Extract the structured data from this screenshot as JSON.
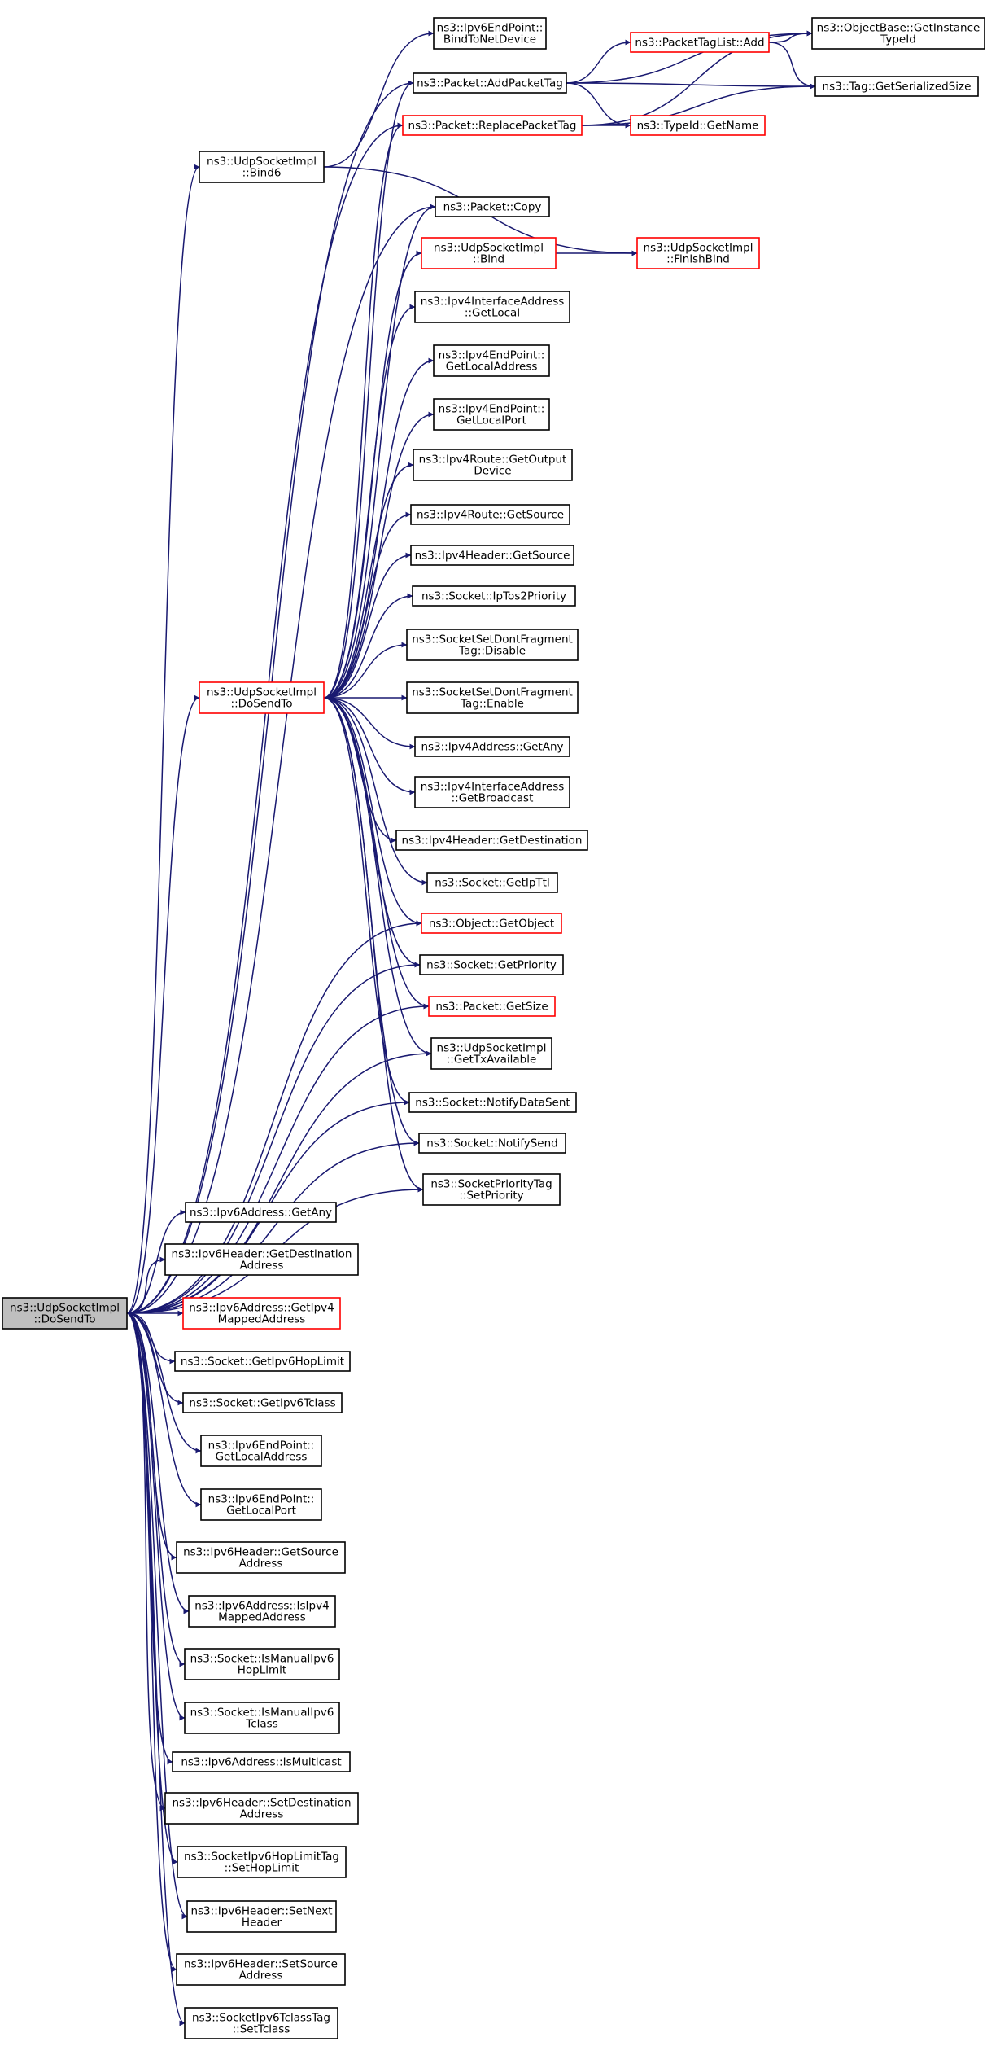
{
  "colors": {
    "edge": "#191970",
    "node_border_default": "#000000",
    "node_border_red": "#ff0000",
    "node_fill": "#ffffff",
    "node_fill_root": "#bfbfbf"
  },
  "nodes": [
    {
      "id": "root",
      "label": [
        "ns3::UdpSocketImpl",
        "::DoSendTo"
      ],
      "style": "root"
    },
    {
      "id": "dosendto2",
      "label": [
        "ns3::UdpSocketImpl",
        "::DoSendTo"
      ],
      "style": "red"
    },
    {
      "id": "bind6",
      "label": [
        "ns3::UdpSocketImpl",
        "::Bind6"
      ],
      "style": "black"
    },
    {
      "id": "bindToNetDevice",
      "label": [
        "ns3::Ipv6EndPoint::",
        "BindToNetDevice"
      ],
      "style": "black"
    },
    {
      "id": "addPacketTag",
      "label": [
        "ns3::Packet::AddPacketTag"
      ],
      "style": "black"
    },
    {
      "id": "packetTagListAdd",
      "label": [
        "ns3::PacketTagList::Add"
      ],
      "style": "red"
    },
    {
      "id": "getInstanceTypeId",
      "label": [
        "ns3::ObjectBase::GetInstance",
        "TypeId"
      ],
      "style": "black"
    },
    {
      "id": "tagGetSerializedSize",
      "label": [
        "ns3::Tag::GetSerializedSize"
      ],
      "style": "black"
    },
    {
      "id": "replacePacketTag",
      "label": [
        "ns3::Packet::ReplacePacketTag"
      ],
      "style": "red"
    },
    {
      "id": "typeIdGetName",
      "label": [
        "ns3::TypeId::GetName"
      ],
      "style": "red"
    },
    {
      "id": "packetCopy",
      "label": [
        "ns3::Packet::Copy"
      ],
      "style": "black"
    },
    {
      "id": "udpBind",
      "label": [
        "ns3::UdpSocketImpl",
        "::Bind"
      ],
      "style": "red"
    },
    {
      "id": "finishBind",
      "label": [
        "ns3::UdpSocketImpl",
        "::FinishBind"
      ],
      "style": "red"
    },
    {
      "id": "ifaceGetLocal",
      "label": [
        "ns3::Ipv4InterfaceAddress",
        "::GetLocal"
      ],
      "style": "black"
    },
    {
      "id": "ep4GetLocalAddress",
      "label": [
        "ns3::Ipv4EndPoint::",
        "GetLocalAddress"
      ],
      "style": "black"
    },
    {
      "id": "ep4GetLocalPort",
      "label": [
        "ns3::Ipv4EndPoint::",
        "GetLocalPort"
      ],
      "style": "black"
    },
    {
      "id": "routeGetOutputDevice",
      "label": [
        "ns3::Ipv4Route::GetOutput",
        "Device"
      ],
      "style": "black"
    },
    {
      "id": "routeGetSource",
      "label": [
        "ns3::Ipv4Route::GetSource"
      ],
      "style": "black"
    },
    {
      "id": "hdr4GetSource",
      "label": [
        "ns3::Ipv4Header::GetSource"
      ],
      "style": "black"
    },
    {
      "id": "ipTos2Priority",
      "label": [
        "ns3::Socket::IpTos2Priority"
      ],
      "style": "black"
    },
    {
      "id": "dfDisable",
      "label": [
        "ns3::SocketSetDontFragment",
        "Tag::Disable"
      ],
      "style": "black"
    },
    {
      "id": "dfEnable",
      "label": [
        "ns3::SocketSetDontFragment",
        "Tag::Enable"
      ],
      "style": "black"
    },
    {
      "id": "ipv4GetAny",
      "label": [
        "ns3::Ipv4Address::GetAny"
      ],
      "style": "black"
    },
    {
      "id": "ifaceGetBroadcast",
      "label": [
        "ns3::Ipv4InterfaceAddress",
        "::GetBroadcast"
      ],
      "style": "black"
    },
    {
      "id": "hdr4GetDestination",
      "label": [
        "ns3::Ipv4Header::GetDestination"
      ],
      "style": "black"
    },
    {
      "id": "getIpTtl",
      "label": [
        "ns3::Socket::GetIpTtl"
      ],
      "style": "black"
    },
    {
      "id": "objectGetObject",
      "label": [
        "ns3::Object::GetObject"
      ],
      "style": "red"
    },
    {
      "id": "getPriority",
      "label": [
        "ns3::Socket::GetPriority"
      ],
      "style": "black"
    },
    {
      "id": "packetGetSize",
      "label": [
        "ns3::Packet::GetSize"
      ],
      "style": "red"
    },
    {
      "id": "getTxAvailable",
      "label": [
        "ns3::UdpSocketImpl",
        "::GetTxAvailable"
      ],
      "style": "black"
    },
    {
      "id": "notifyDataSent",
      "label": [
        "ns3::Socket::NotifyDataSent"
      ],
      "style": "black"
    },
    {
      "id": "notifySend",
      "label": [
        "ns3::Socket::NotifySend"
      ],
      "style": "black"
    },
    {
      "id": "priorityTagSet",
      "label": [
        "ns3::SocketPriorityTag",
        "::SetPriority"
      ],
      "style": "black"
    },
    {
      "id": "ipv6GetAny",
      "label": [
        "ns3::Ipv6Address::GetAny"
      ],
      "style": "black"
    },
    {
      "id": "hdr6GetDestination",
      "label": [
        "ns3::Ipv6Header::GetDestination",
        "Address"
      ],
      "style": "black"
    },
    {
      "id": "ipv6GetIpv4Mapped",
      "label": [
        "ns3::Ipv6Address::GetIpv4",
        "MappedAddress"
      ],
      "style": "red"
    },
    {
      "id": "getIpv6HopLimit",
      "label": [
        "ns3::Socket::GetIpv6HopLimit"
      ],
      "style": "black"
    },
    {
      "id": "getIpv6Tclass",
      "label": [
        "ns3::Socket::GetIpv6Tclass"
      ],
      "style": "black"
    },
    {
      "id": "ep6GetLocalAddress",
      "label": [
        "ns3::Ipv6EndPoint::",
        "GetLocalAddress"
      ],
      "style": "black"
    },
    {
      "id": "ep6GetLocalPort",
      "label": [
        "ns3::Ipv6EndPoint::",
        "GetLocalPort"
      ],
      "style": "black"
    },
    {
      "id": "hdr6GetSource",
      "label": [
        "ns3::Ipv6Header::GetSource",
        "Address"
      ],
      "style": "black"
    },
    {
      "id": "ipv6IsIpv4Mapped",
      "label": [
        "ns3::Ipv6Address::IsIpv4",
        "MappedAddress"
      ],
      "style": "black"
    },
    {
      "id": "isManualHopLimit",
      "label": [
        "ns3::Socket::IsManualIpv6",
        "HopLimit"
      ],
      "style": "black"
    },
    {
      "id": "isManualTclass",
      "label": [
        "ns3::Socket::IsManualIpv6",
        "Tclass"
      ],
      "style": "black"
    },
    {
      "id": "ipv6IsMulticast",
      "label": [
        "ns3::Ipv6Address::IsMulticast"
      ],
      "style": "black"
    },
    {
      "id": "hdr6SetDestination",
      "label": [
        "ns3::Ipv6Header::SetDestination",
        "Address"
      ],
      "style": "black"
    },
    {
      "id": "hopLimitTagSet",
      "label": [
        "ns3::SocketIpv6HopLimitTag",
        "::SetHopLimit"
      ],
      "style": "black"
    },
    {
      "id": "hdr6SetNextHeader",
      "label": [
        "ns3::Ipv6Header::SetNext",
        "Header"
      ],
      "style": "black"
    },
    {
      "id": "hdr6SetSource",
      "label": [
        "ns3::Ipv6Header::SetSource",
        "Address"
      ],
      "style": "black"
    },
    {
      "id": "tclassTagSet",
      "label": [
        "ns3::SocketIpv6TclassTag",
        "::SetTclass"
      ],
      "style": "black"
    }
  ],
  "edges": [
    [
      "bind6",
      "bindToNetDevice"
    ],
    [
      "bind6",
      "finishBind"
    ],
    [
      "addPacketTag",
      "packetTagListAdd"
    ],
    [
      "addPacketTag",
      "getInstanceTypeId"
    ],
    [
      "addPacketTag",
      "tagGetSerializedSize"
    ],
    [
      "addPacketTag",
      "typeIdGetName"
    ],
    [
      "packetTagListAdd",
      "getInstanceTypeId"
    ],
    [
      "packetTagListAdd",
      "tagGetSerializedSize"
    ],
    [
      "replacePacketTag",
      "typeIdGetName"
    ],
    [
      "replacePacketTag",
      "getInstanceTypeId"
    ],
    [
      "replacePacketTag",
      "tagGetSerializedSize"
    ],
    [
      "udpBind",
      "finishBind"
    ],
    [
      "root",
      "bind6"
    ],
    [
      "root",
      "addPacketTag"
    ],
    [
      "root",
      "replacePacketTag"
    ],
    [
      "root",
      "packetCopy"
    ],
    [
      "root",
      "dosendto2"
    ],
    [
      "root",
      "objectGetObject"
    ],
    [
      "root",
      "getPriority"
    ],
    [
      "root",
      "packetGetSize"
    ],
    [
      "root",
      "getTxAvailable"
    ],
    [
      "root",
      "notifyDataSent"
    ],
    [
      "root",
      "notifySend"
    ],
    [
      "root",
      "priorityTagSet"
    ],
    [
      "root",
      "ipv6GetAny"
    ],
    [
      "root",
      "hdr6GetDestination"
    ],
    [
      "root",
      "ipv6GetIpv4Mapped"
    ],
    [
      "root",
      "getIpv6HopLimit"
    ],
    [
      "root",
      "getIpv6Tclass"
    ],
    [
      "root",
      "ep6GetLocalAddress"
    ],
    [
      "root",
      "ep6GetLocalPort"
    ],
    [
      "root",
      "hdr6GetSource"
    ],
    [
      "root",
      "ipv6IsIpv4Mapped"
    ],
    [
      "root",
      "isManualHopLimit"
    ],
    [
      "root",
      "isManualTclass"
    ],
    [
      "root",
      "ipv6IsMulticast"
    ],
    [
      "root",
      "hdr6SetDestination"
    ],
    [
      "root",
      "hopLimitTagSet"
    ],
    [
      "root",
      "hdr6SetNextHeader"
    ],
    [
      "root",
      "hdr6SetSource"
    ],
    [
      "root",
      "tclassTagSet"
    ],
    [
      "dosendto2",
      "addPacketTag"
    ],
    [
      "dosendto2",
      "replacePacketTag"
    ],
    [
      "dosendto2",
      "packetCopy"
    ],
    [
      "dosendto2",
      "udpBind"
    ],
    [
      "dosendto2",
      "ifaceGetLocal"
    ],
    [
      "dosendto2",
      "ep4GetLocalAddress"
    ],
    [
      "dosendto2",
      "ep4GetLocalPort"
    ],
    [
      "dosendto2",
      "routeGetOutputDevice"
    ],
    [
      "dosendto2",
      "routeGetSource"
    ],
    [
      "dosendto2",
      "hdr4GetSource"
    ],
    [
      "dosendto2",
      "ipTos2Priority"
    ],
    [
      "dosendto2",
      "dfDisable"
    ],
    [
      "dosendto2",
      "dfEnable"
    ],
    [
      "dosendto2",
      "ipv4GetAny"
    ],
    [
      "dosendto2",
      "ifaceGetBroadcast"
    ],
    [
      "dosendto2",
      "hdr4GetDestination"
    ],
    [
      "dosendto2",
      "getIpTtl"
    ],
    [
      "dosendto2",
      "objectGetObject"
    ],
    [
      "dosendto2",
      "getPriority"
    ],
    [
      "dosendto2",
      "packetGetSize"
    ],
    [
      "dosendto2",
      "getTxAvailable"
    ],
    [
      "dosendto2",
      "notifyDataSent"
    ],
    [
      "dosendto2",
      "notifySend"
    ],
    [
      "dosendto2",
      "priorityTagSet"
    ]
  ]
}
